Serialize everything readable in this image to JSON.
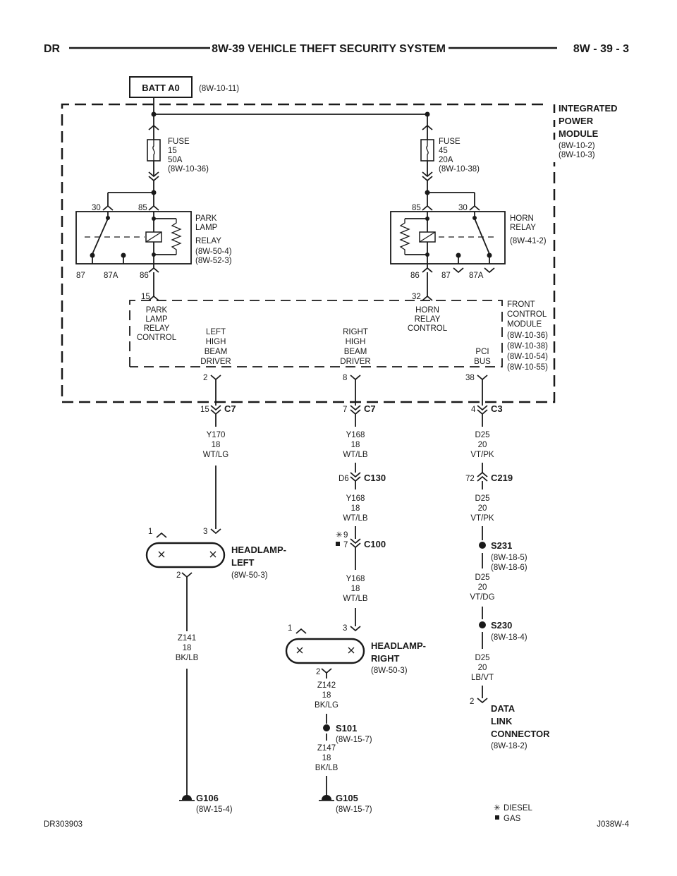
{
  "header": {
    "left": "DR",
    "title": "8W-39 VEHICLE THEFT SECURITY SYSTEM",
    "right": "8W - 39 - 3"
  },
  "batt": {
    "label": "BATT A0",
    "ref": "(8W-10-11)"
  },
  "ipm": {
    "l1": "INTEGRATED",
    "l2": "POWER",
    "l3": "MODULE",
    "r1": "(8W-10-2)",
    "r2": "(8W-10-3)"
  },
  "fuse1": {
    "l1": "FUSE",
    "l2": "15",
    "l3": "50A",
    "ref": "(8W-10-36)"
  },
  "fuse2": {
    "l1": "FUSE",
    "l2": "45",
    "l3": "20A",
    "ref": "(8W-10-38)"
  },
  "park_relay": {
    "l1": "PARK",
    "l2": "LAMP",
    "l3": "RELAY",
    "r1": "(8W-50-4)",
    "r2": "(8W-52-3)",
    "p30": "30",
    "p85": "85",
    "p87": "87",
    "p87a": "87A",
    "p86": "86"
  },
  "horn_relay": {
    "l1": "HORN",
    "l2": "RELAY",
    "ref": "(8W-41-2)",
    "p85": "85",
    "p30": "30",
    "p86": "86",
    "p87": "87",
    "p87a": "87A"
  },
  "fcm": {
    "l1": "FRONT",
    "l2": "CONTROL",
    "l3": "MODULE",
    "r1": "(8W-10-36)",
    "r2": "(8W-10-38)",
    "r3": "(8W-10-54)",
    "r4": "(8W-10-55)",
    "pin15": "15",
    "pin32": "32",
    "pin2": "2",
    "pin8": "8",
    "pin38": "38",
    "plc1": "PARK",
    "plc2": "LAMP",
    "plc3": "RELAY",
    "plc4": "CONTROL",
    "hrc1": "HORN",
    "hrc2": "RELAY",
    "hrc3": "CONTROL",
    "lhb1": "LEFT",
    "lhb2": "HIGH",
    "lhb3": "BEAM",
    "lhb4": "DRIVER",
    "rhb1": "RIGHT",
    "rhb2": "HIGH",
    "rhb3": "BEAM",
    "rhb4": "DRIVER",
    "pci1": "PCI",
    "pci2": "BUS"
  },
  "conn": {
    "c7a_pin": "15",
    "c7a": "C7",
    "c7b_pin": "7",
    "c7b": "C7",
    "c3_pin": "4",
    "c3": "C3",
    "c130_pin": "D6",
    "c130": "C130",
    "c219_pin": "72",
    "c219": "C219",
    "c100_pin_d": "9",
    "c100_pin_g": "7",
    "c100": "C100"
  },
  "wires": {
    "y170": {
      "a": "Y170",
      "b": "18",
      "c": "WT/LG"
    },
    "y168a": {
      "a": "Y168",
      "b": "18",
      "c": "WT/LB"
    },
    "y168b": {
      "a": "Y168",
      "b": "18",
      "c": "WT/LB"
    },
    "y168c": {
      "a": "Y168",
      "b": "18",
      "c": "WT/LB"
    },
    "d25a": {
      "a": "D25",
      "b": "20",
      "c": "VT/PK"
    },
    "d25b": {
      "a": "D25",
      "b": "20",
      "c": "VT/PK"
    },
    "d25c": {
      "a": "D25",
      "b": "20",
      "c": "VT/DG"
    },
    "d25d": {
      "a": "D25",
      "b": "20",
      "c": "LB/VT"
    },
    "z141": {
      "a": "Z141",
      "b": "18",
      "c": "BK/LB"
    },
    "z142": {
      "a": "Z142",
      "b": "18",
      "c": "BK/LG"
    },
    "z147": {
      "a": "Z147",
      "b": "18",
      "c": "BK/LB"
    }
  },
  "hl_left": {
    "l1": "HEADLAMP-",
    "l2": "LEFT",
    "ref": "(8W-50-3)",
    "p1": "1",
    "p2": "2",
    "p3": "3"
  },
  "hl_right": {
    "l1": "HEADLAMP-",
    "l2": "RIGHT",
    "ref": "(8W-50-3)",
    "p1": "1",
    "p2": "2",
    "p3": "3"
  },
  "splices": {
    "s231": {
      "name": "S231",
      "r1": "(8W-18-5)",
      "r2": "(8W-18-6)"
    },
    "s230": {
      "name": "S230",
      "r1": "(8W-18-4)"
    },
    "s101": {
      "name": "S101",
      "r1": "(8W-15-7)"
    }
  },
  "grounds": {
    "g106": {
      "name": "G106",
      "ref": "(8W-15-4)"
    },
    "g105": {
      "name": "G105",
      "ref": "(8W-15-7)"
    }
  },
  "dlc": {
    "pin": "2",
    "l1": "DATA",
    "l2": "LINK",
    "l3": "CONNECTOR",
    "ref": "(8W-18-2)"
  },
  "legend": {
    "diesel": "DIESEL",
    "gas": "GAS"
  },
  "footer": {
    "left": "DR303903",
    "right": "J038W-4"
  }
}
